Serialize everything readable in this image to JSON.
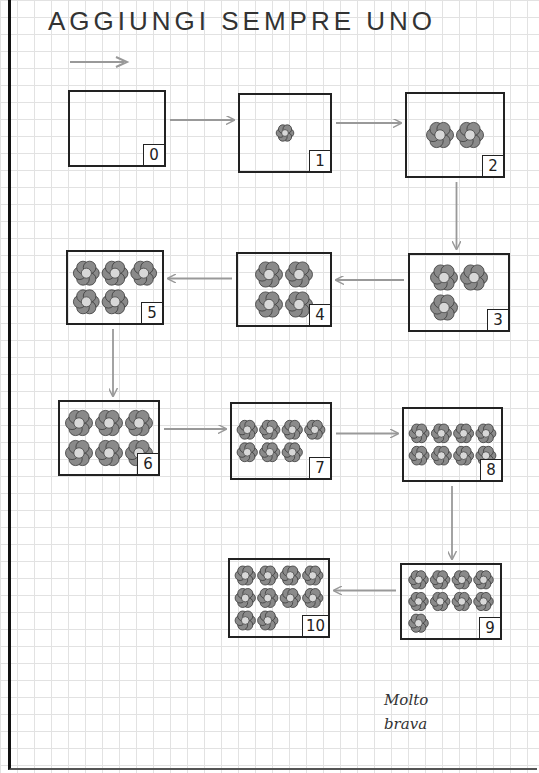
{
  "diagram": {
    "title": "AGGIUNGI SEMPRE UNO",
    "nodes": [
      {
        "text": [
          "0"
        ]
      },
      {
        "text": [
          "1"
        ]
      },
      {
        "text": [
          "2"
        ]
      },
      {
        "text": [
          "3"
        ]
      },
      {
        "text": [
          "4"
        ]
      },
      {
        "text": [
          "5"
        ]
      },
      {
        "text": [
          "6"
        ]
      },
      {
        "text": [
          "7"
        ]
      },
      {
        "text": [
          "8"
        ]
      },
      {
        "text": [
          "9"
        ]
      },
      {
        "text": [
          "10"
        ]
      }
    ],
    "edges": [
      {
        "from": 0,
        "to": 1,
        "arrow": "to"
      },
      {
        "from": 1,
        "to": 2,
        "arrow": "to"
      },
      {
        "from": 2,
        "to": 3,
        "arrow": "to"
      },
      {
        "from": 3,
        "to": 4,
        "arrow": "to"
      },
      {
        "from": 4,
        "to": 5,
        "arrow": "to"
      },
      {
        "from": 5,
        "to": 6,
        "arrow": "to"
      },
      {
        "from": 6,
        "to": 7,
        "arrow": "to"
      },
      {
        "from": 7,
        "to": 8,
        "arrow": "to"
      },
      {
        "from": 8,
        "to": 9,
        "arrow": "to"
      },
      {
        "from": 9,
        "to": 10,
        "arrow": "to"
      }
    ],
    "labels": [
      "Molto brava"
    ]
  }
}
